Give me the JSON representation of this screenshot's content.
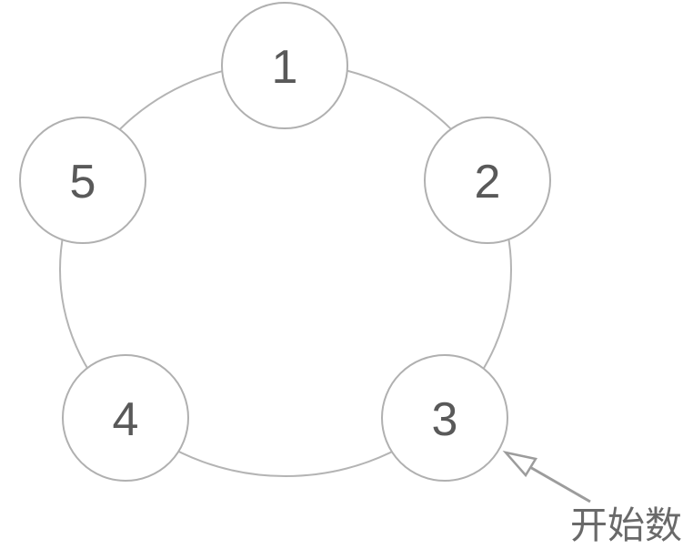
{
  "diagram": {
    "type": "circular-list-of-nodes",
    "description_visible_only": "Five circles numbered 1-5 connected in a ring; arrow points to circle 3",
    "nodes": [
      {
        "id": "node-1",
        "label": "1"
      },
      {
        "id": "node-2",
        "label": "2"
      },
      {
        "id": "node-3",
        "label": "3"
      },
      {
        "id": "node-4",
        "label": "4"
      },
      {
        "id": "node-5",
        "label": "5"
      }
    ],
    "annotation": {
      "label": "开始数",
      "points_to_node": "3"
    },
    "colors": {
      "background": "#ffffff",
      "ring_stroke": "#b4b4b4",
      "node_stroke": "#b0b0b0",
      "node_fill": "#ffffff",
      "number_color": "#595959",
      "arrow_color": "#9c9c9c",
      "arrowhead_fill": "#ffffff",
      "annotation_color": "#696969"
    }
  }
}
